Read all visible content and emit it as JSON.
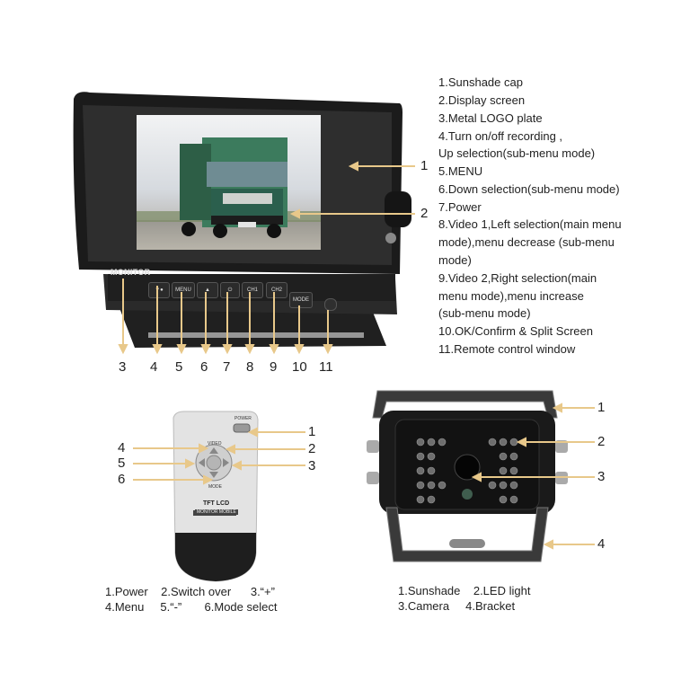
{
  "monitor_legend": [
    "1.Sunshade cap",
    "2.Display screen",
    "3.Metal LOGO plate",
    "4.Turn on/off recording ,",
    "  Up selection(sub-menu mode)",
    "5.MENU",
    "6.Down selection(sub-menu mode)",
    "7.Power",
    "8.Video 1,Left selection(main menu",
    "mode),menu decrease  (sub-menu",
    "mode)",
    "9.Video 2,Right selection(main",
    "menu mode),menu increase",
    "(sub-menu mode)",
    "10.OK/Confirm & Split Screen",
    "11.Remote control window"
  ],
  "monitor_side_callouts": [
    "1",
    "2"
  ],
  "monitor_bottom_callouts": [
    "3",
    "4",
    "5",
    "6",
    "7",
    "8",
    "9",
    "10",
    "11"
  ],
  "monitor_logo": "MONITOR",
  "monitor_buttons": {
    "menu": "MENU",
    "ch1": "CH1",
    "ch2": "CH2",
    "mode": "MODE"
  },
  "remote": {
    "power_label": "POWER",
    "video_label": "VIDEO",
    "mode_label": "MODE",
    "brand_line1": "TFT LCD",
    "brand_line2": "MONITOR MOBILE",
    "callouts_left": [
      "4",
      "5",
      "6"
    ],
    "callouts_right": [
      "1",
      "2",
      "3"
    ],
    "caption_line1": "1.Power    2.Switch over      3.“+”",
    "caption_line2": "4.Menu     5.“-”       6.Mode select"
  },
  "camera": {
    "callouts": [
      "1",
      "2",
      "3",
      "4"
    ],
    "caption_line1": "1.Sunshade    2.LED light",
    "caption_line2": "3.Camera     4.Bracket"
  },
  "colors": {
    "callout_arrow": "#e8c88a",
    "device_body": "#1c1c1c"
  }
}
